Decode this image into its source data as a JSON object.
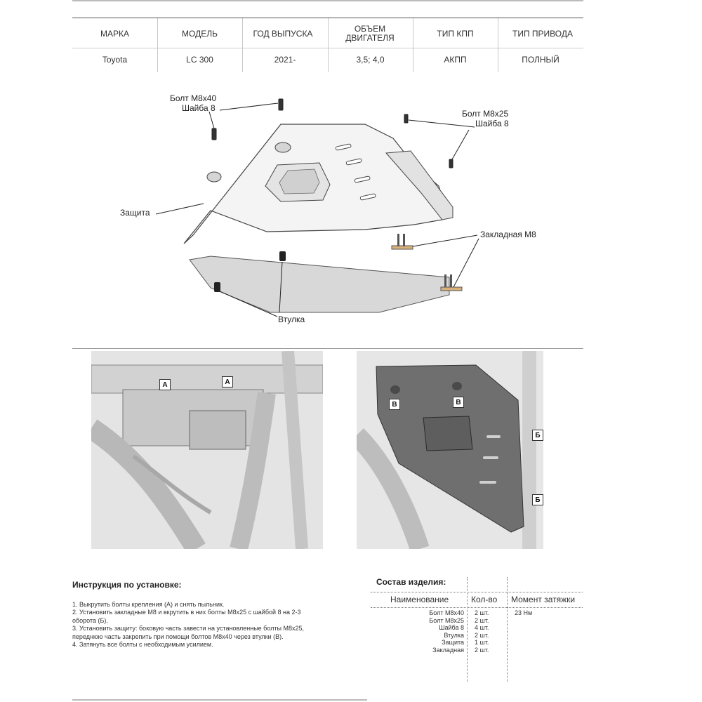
{
  "spec_table": {
    "headers": [
      "МАРКА",
      "МОДЕЛЬ",
      "ГОД ВЫПУСКА",
      "ОБЪЕМ ДВИГАТЕЛЯ",
      "ТИП КПП",
      "ТИП ПРИВОДА"
    ],
    "values": [
      "Toyota",
      "LC 300",
      "2021-",
      "3,5; 4,0",
      "АКПП",
      "ПОЛНЫЙ"
    ]
  },
  "diagram": {
    "bolt_m8x40": "Болт М8х40",
    "washer_8_left": "Шайба 8",
    "bolt_m8x25": "Болт М8х25",
    "washer_8_right": "Шайба 8",
    "guard": "Защита",
    "insert_m8": "Закладная М8",
    "bushing": "Втулка"
  },
  "photos": {
    "left_badges": [
      "А",
      "А"
    ],
    "right_badges": [
      "В",
      "В",
      "Б",
      "Б"
    ]
  },
  "instructions": {
    "title": "Инструкция по установке:",
    "steps": [
      "1. Выкрутить болты крепления (А) и снять пыльник.",
      "2. Установить закладные М8 и вкрутить в них болты М8х25 с шайбой 8 на 2-3",
      "оборота (Б).",
      "3. Установить защиту: боковую часть завести на установленные болты М8х25,",
      "переднюю часть закрепить при помощи болтов М8х40 через втулки (В).",
      "4. Затянуть все болты с необходимым усилием."
    ]
  },
  "composition": {
    "title": "Состав изделия:",
    "col_name": "Наименование",
    "col_qty": "Кол-во",
    "col_torque": "Момент затяжки",
    "rows": [
      {
        "name": "Болт М8х40",
        "qty": "2 шт.",
        "torque": "23 Нм"
      },
      {
        "name": "Болт М8х25",
        "qty": "2 шт.",
        "torque": ""
      },
      {
        "name": "Шайба 8",
        "qty": "4 шт.",
        "torque": ""
      },
      {
        "name": "Втулка",
        "qty": "2 шт.",
        "torque": ""
      },
      {
        "name": "Защита",
        "qty": "1 шт.",
        "torque": ""
      },
      {
        "name": "Закладная",
        "qty": "2 шт.",
        "torque": ""
      }
    ]
  }
}
